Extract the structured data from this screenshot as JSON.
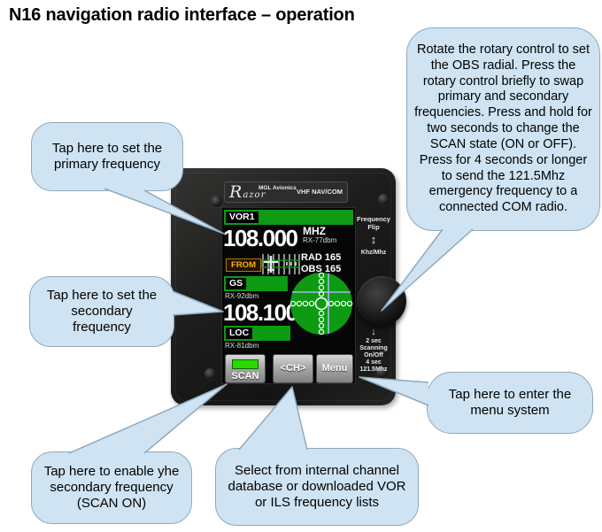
{
  "page": {
    "title": "N16 navigation radio interface – operation"
  },
  "callouts": {
    "primary_freq": {
      "text": "Tap here to set the primary frequency"
    },
    "secondary_freq": {
      "text": "Tap here to set the secondary frequency"
    },
    "scan_enable": {
      "text": "Tap here to enable yhe secondary frequency (SCAN ON)"
    },
    "channel_select": {
      "text": "Select from internal channel database or downloaded VOR or ILS frequency lists"
    },
    "menu_enter": {
      "text": "Tap here to enter the menu system"
    },
    "rotary_control": {
      "text": "Rotate the rotary control to set the OBS radial. Press the rotary control briefly to swap primary and secondary frequencies. Press and hold for two seconds to change the SCAN state (ON or OFF). Press for 4 seconds or longer to send the 121.5Mhz emergency frequency to a connected COM radio."
    }
  },
  "device": {
    "brand": {
      "logo": "Razor",
      "maker": "MGL Avionics",
      "model": "VHF NAV/COM"
    },
    "screen": {
      "nav_source": "VOR1",
      "primary_freq": "108.000",
      "primary_unit": "MHZ",
      "primary_rx": "RX-77dbm",
      "flag": "FROM",
      "radial": "RAD 165",
      "obs": "OBS 165",
      "gs_label": "GS",
      "gs_rx": "RX-92dbm",
      "secondary_freq": "108.100",
      "loc_label": "LOC",
      "loc_rx": "RX-81dbm"
    },
    "buttons": {
      "scan": "SCAN",
      "channel": "<CH>",
      "menu": "Menu"
    },
    "side_panel": {
      "flip": "Frequency Flip",
      "khz": "Khz/Mhz",
      "hold2": "2 sec Scanning On/Off",
      "hold4": "4 sec 121.5Mhz"
    },
    "icons": {
      "flip_arrows": "↕",
      "push_arrow": "↓"
    }
  },
  "colors": {
    "display_green": "#0c9b12",
    "bubble_fill": "#cfe3f2",
    "bubble_border": "#8fa9bd",
    "led_green": "#2bd800",
    "flag_amber": "#ffb000"
  }
}
